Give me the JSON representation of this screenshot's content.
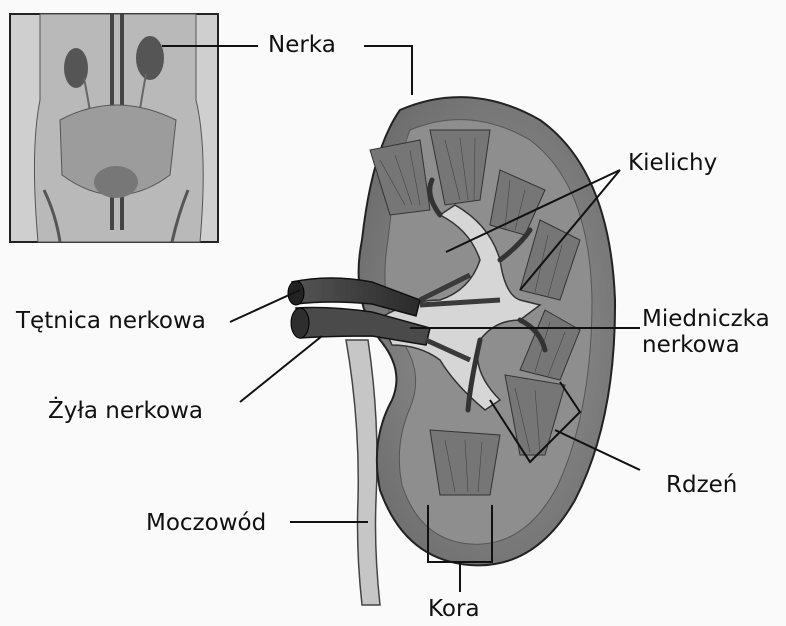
{
  "labels": {
    "nerka": "Nerka",
    "kielichy": "Kielichy",
    "tetnica": "Tętnica nerkowa",
    "miedniczka": "Miedniczka\nnerkowa",
    "zyla": "Żyła nerkowa",
    "rdzen": "Rdzeń",
    "moczowod": "Moczowód",
    "kora": "Kora"
  },
  "colors": {
    "background": "#fafafa",
    "ink": "#111111",
    "kidney_capsule": "#8a8a8a",
    "cortex": "#a9a9a9",
    "medulla": "#7c7c7c",
    "pelvis": "#d8d8d8",
    "vessel": "#3a3a3a"
  }
}
